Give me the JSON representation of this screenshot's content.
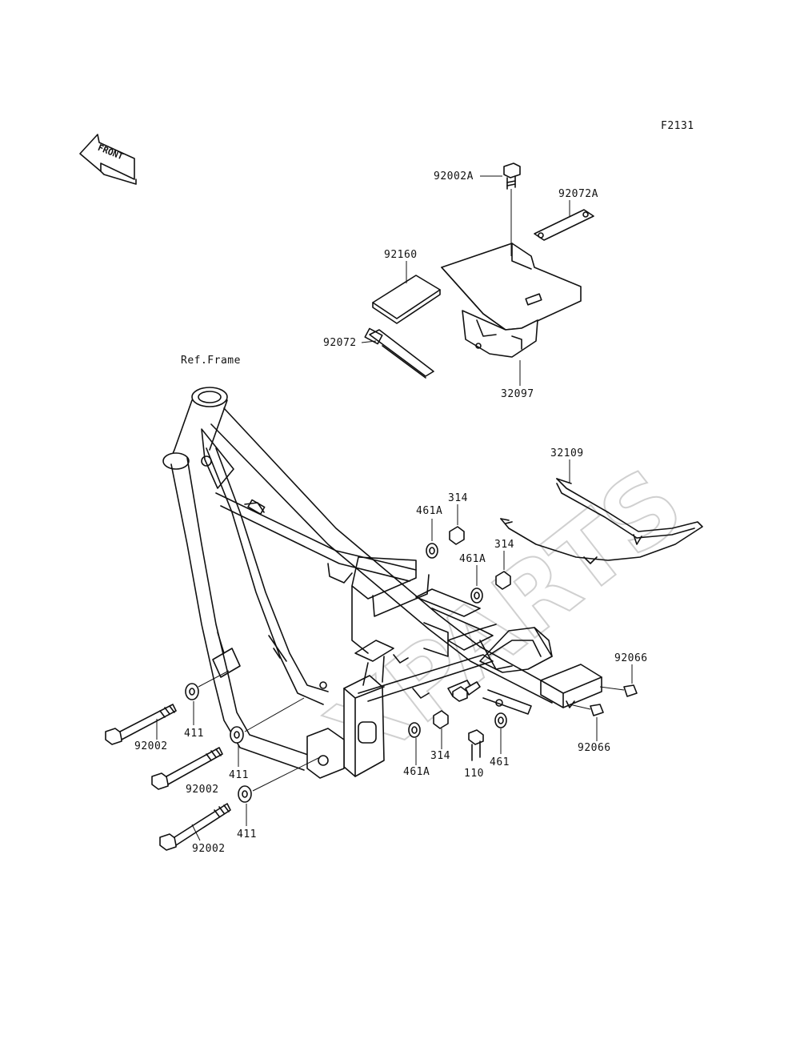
{
  "figure_code": "F2131",
  "front_label": "FRONT",
  "watermark": "XPARTS",
  "ref_label": "Ref.Frame",
  "labels": {
    "p92002A": "92002A",
    "p92072A": "92072A",
    "p92160": "92160",
    "p92072": "92072",
    "p32097": "32097",
    "p32109": "32109",
    "p461A_1": "461A",
    "p314_1": "314",
    "p314_2": "314",
    "p461A_2": "461A",
    "p92066_1": "92066",
    "p92066_2": "92066",
    "p92002_1": "92002",
    "p411_1": "411",
    "p411_2": "411",
    "p92002_2": "92002",
    "p411_3": "411",
    "p92002_3": "92002",
    "p461A_3": "461A",
    "p314_3": "314",
    "p110": "110",
    "p461": "461"
  }
}
